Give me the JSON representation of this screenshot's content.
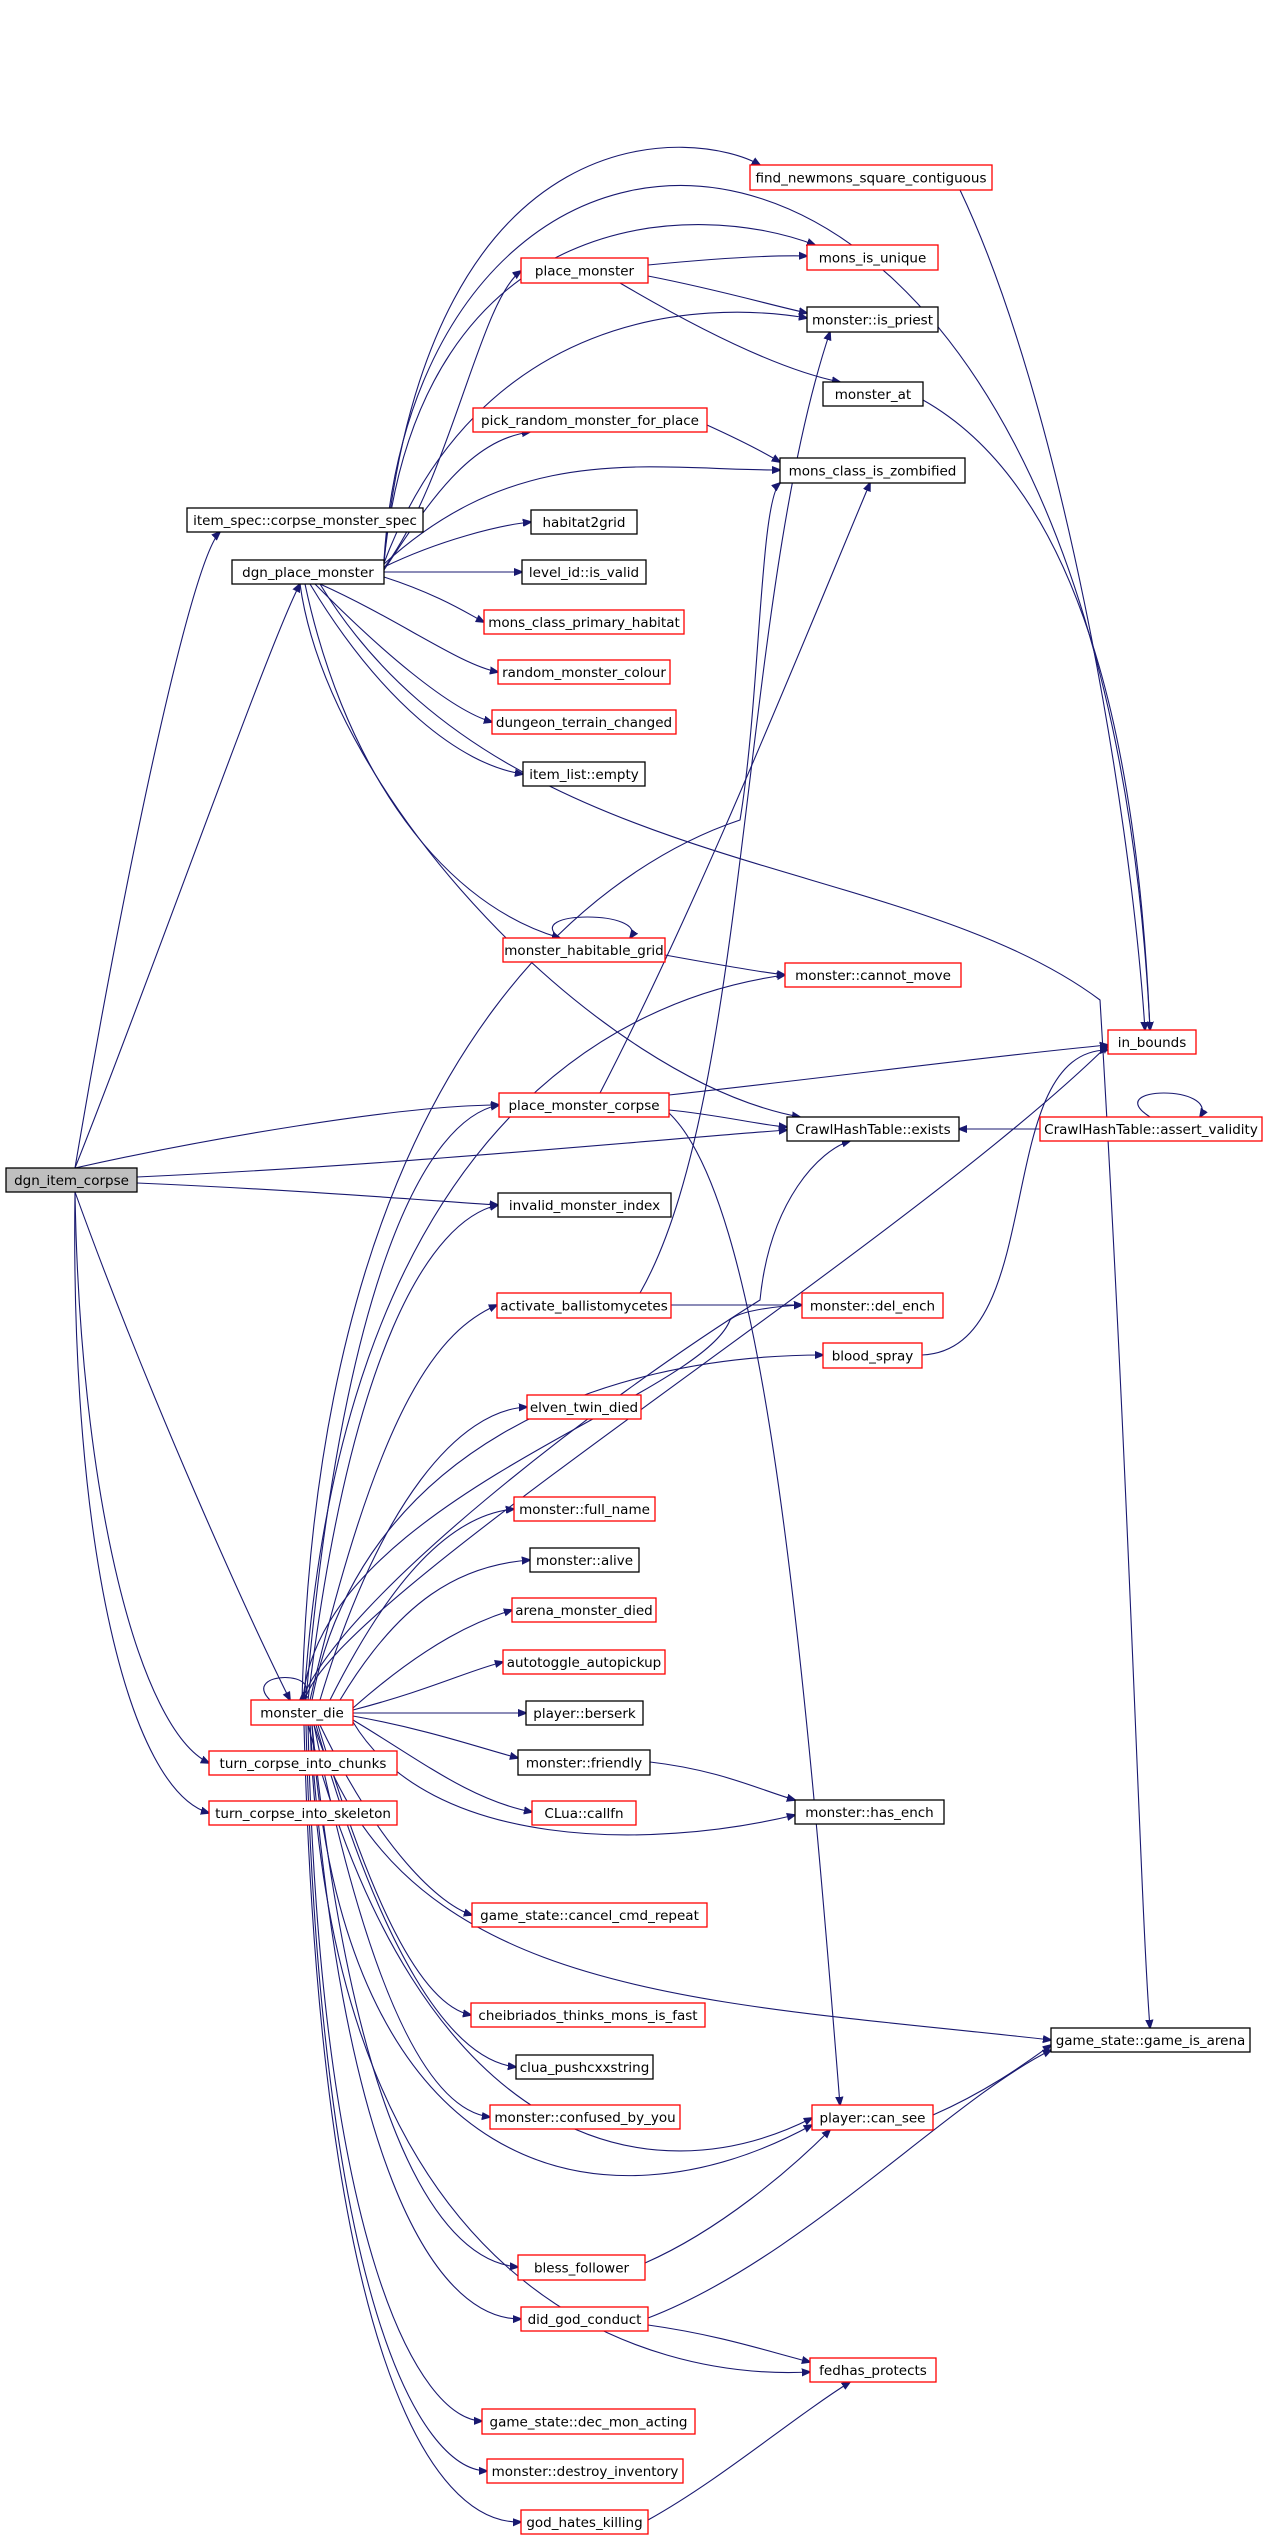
{
  "title": "dgn_item_corpse call graph",
  "colors": {
    "edge": "#191970",
    "normal_border": "#000000",
    "linked_border": "#ff0000",
    "root_fill": "#bfbfbf"
  },
  "nodes": [
    {
      "id": "dgn_item_corpse",
      "label": "dgn_item_corpse",
      "style": "root"
    },
    {
      "id": "item_spec_corpse_monster_spec",
      "label": "item_spec::corpse_monster_spec",
      "style": "black"
    },
    {
      "id": "dgn_place_monster",
      "label": "dgn_place_monster",
      "style": "black"
    },
    {
      "id": "find_newmons_square_contiguous",
      "label": "find_newmons_square_contiguous",
      "style": "red"
    },
    {
      "id": "place_monster",
      "label": "place_monster",
      "style": "red"
    },
    {
      "id": "mons_is_unique",
      "label": "mons_is_unique",
      "style": "red"
    },
    {
      "id": "monster_is_priest",
      "label": "monster::is_priest",
      "style": "black"
    },
    {
      "id": "monster_at",
      "label": "monster_at",
      "style": "black"
    },
    {
      "id": "pick_random_monster_for_place",
      "label": "pick_random_monster_for_place",
      "style": "red"
    },
    {
      "id": "mons_class_is_zombified",
      "label": "mons_class_is_zombified",
      "style": "black"
    },
    {
      "id": "habitat2grid",
      "label": "habitat2grid",
      "style": "black"
    },
    {
      "id": "level_id_is_valid",
      "label": "level_id::is_valid",
      "style": "black"
    },
    {
      "id": "mons_class_primary_habitat",
      "label": "mons_class_primary_habitat",
      "style": "red"
    },
    {
      "id": "random_monster_colour",
      "label": "random_monster_colour",
      "style": "red"
    },
    {
      "id": "dungeon_terrain_changed",
      "label": "dungeon_terrain_changed",
      "style": "red"
    },
    {
      "id": "item_list_empty",
      "label": "item_list::empty",
      "style": "black"
    },
    {
      "id": "monster_habitable_grid",
      "label": "monster_habitable_grid",
      "style": "red"
    },
    {
      "id": "monster_cannot_move",
      "label": "monster::cannot_move",
      "style": "red"
    },
    {
      "id": "in_bounds",
      "label": "in_bounds",
      "style": "red"
    },
    {
      "id": "place_monster_corpse",
      "label": "place_monster_corpse",
      "style": "red"
    },
    {
      "id": "crawlhashtable_exists",
      "label": "CrawlHashTable::exists",
      "style": "black"
    },
    {
      "id": "crawlhashtable_assert_validity",
      "label": "CrawlHashTable::assert_validity",
      "style": "red"
    },
    {
      "id": "invalid_monster_index",
      "label": "invalid_monster_index",
      "style": "black"
    },
    {
      "id": "activate_ballistomycetes",
      "label": "activate_ballistomycetes",
      "style": "red"
    },
    {
      "id": "monster_del_ench",
      "label": "monster::del_ench",
      "style": "red"
    },
    {
      "id": "blood_spray",
      "label": "blood_spray",
      "style": "red"
    },
    {
      "id": "elven_twin_died",
      "label": "elven_twin_died",
      "style": "red"
    },
    {
      "id": "monster_full_name",
      "label": "monster::full_name",
      "style": "red"
    },
    {
      "id": "monster_alive",
      "label": "monster::alive",
      "style": "black"
    },
    {
      "id": "arena_monster_died",
      "label": "arena_monster_died",
      "style": "red"
    },
    {
      "id": "autotoggle_autopickup",
      "label": "autotoggle_autopickup",
      "style": "red"
    },
    {
      "id": "monster_die",
      "label": "monster_die",
      "style": "red"
    },
    {
      "id": "player_berserk",
      "label": "player::berserk",
      "style": "black"
    },
    {
      "id": "turn_corpse_into_chunks",
      "label": "turn_corpse_into_chunks",
      "style": "red"
    },
    {
      "id": "monster_friendly",
      "label": "monster::friendly",
      "style": "black"
    },
    {
      "id": "turn_corpse_into_skeleton",
      "label": "turn_corpse_into_skeleton",
      "style": "red"
    },
    {
      "id": "clua_callfn",
      "label": "CLua::callfn",
      "style": "red"
    },
    {
      "id": "monster_has_ench",
      "label": "monster::has_ench",
      "style": "black"
    },
    {
      "id": "game_state_cancel_cmd_repeat",
      "label": "game_state::cancel_cmd_repeat",
      "style": "red"
    },
    {
      "id": "cheibriados_thinks_mons_is_fast",
      "label": "cheibriados_thinks_mons_is_fast",
      "style": "red"
    },
    {
      "id": "game_state_game_is_arena",
      "label": "game_state::game_is_arena",
      "style": "black"
    },
    {
      "id": "clua_pushcxxstring",
      "label": "clua_pushcxxstring",
      "style": "black"
    },
    {
      "id": "monster_confused_by_you",
      "label": "monster::confused_by_you",
      "style": "red"
    },
    {
      "id": "player_can_see",
      "label": "player::can_see",
      "style": "red"
    },
    {
      "id": "bless_follower",
      "label": "bless_follower",
      "style": "red"
    },
    {
      "id": "did_god_conduct",
      "label": "did_god_conduct",
      "style": "red"
    },
    {
      "id": "fedhas_protects",
      "label": "fedhas_protects",
      "style": "red"
    },
    {
      "id": "game_state_dec_mon_acting",
      "label": "game_state::dec_mon_acting",
      "style": "red"
    },
    {
      "id": "monster_destroy_inventory",
      "label": "monster::destroy_inventory",
      "style": "red"
    },
    {
      "id": "god_hates_killing",
      "label": "god_hates_killing",
      "style": "red"
    }
  ]
}
